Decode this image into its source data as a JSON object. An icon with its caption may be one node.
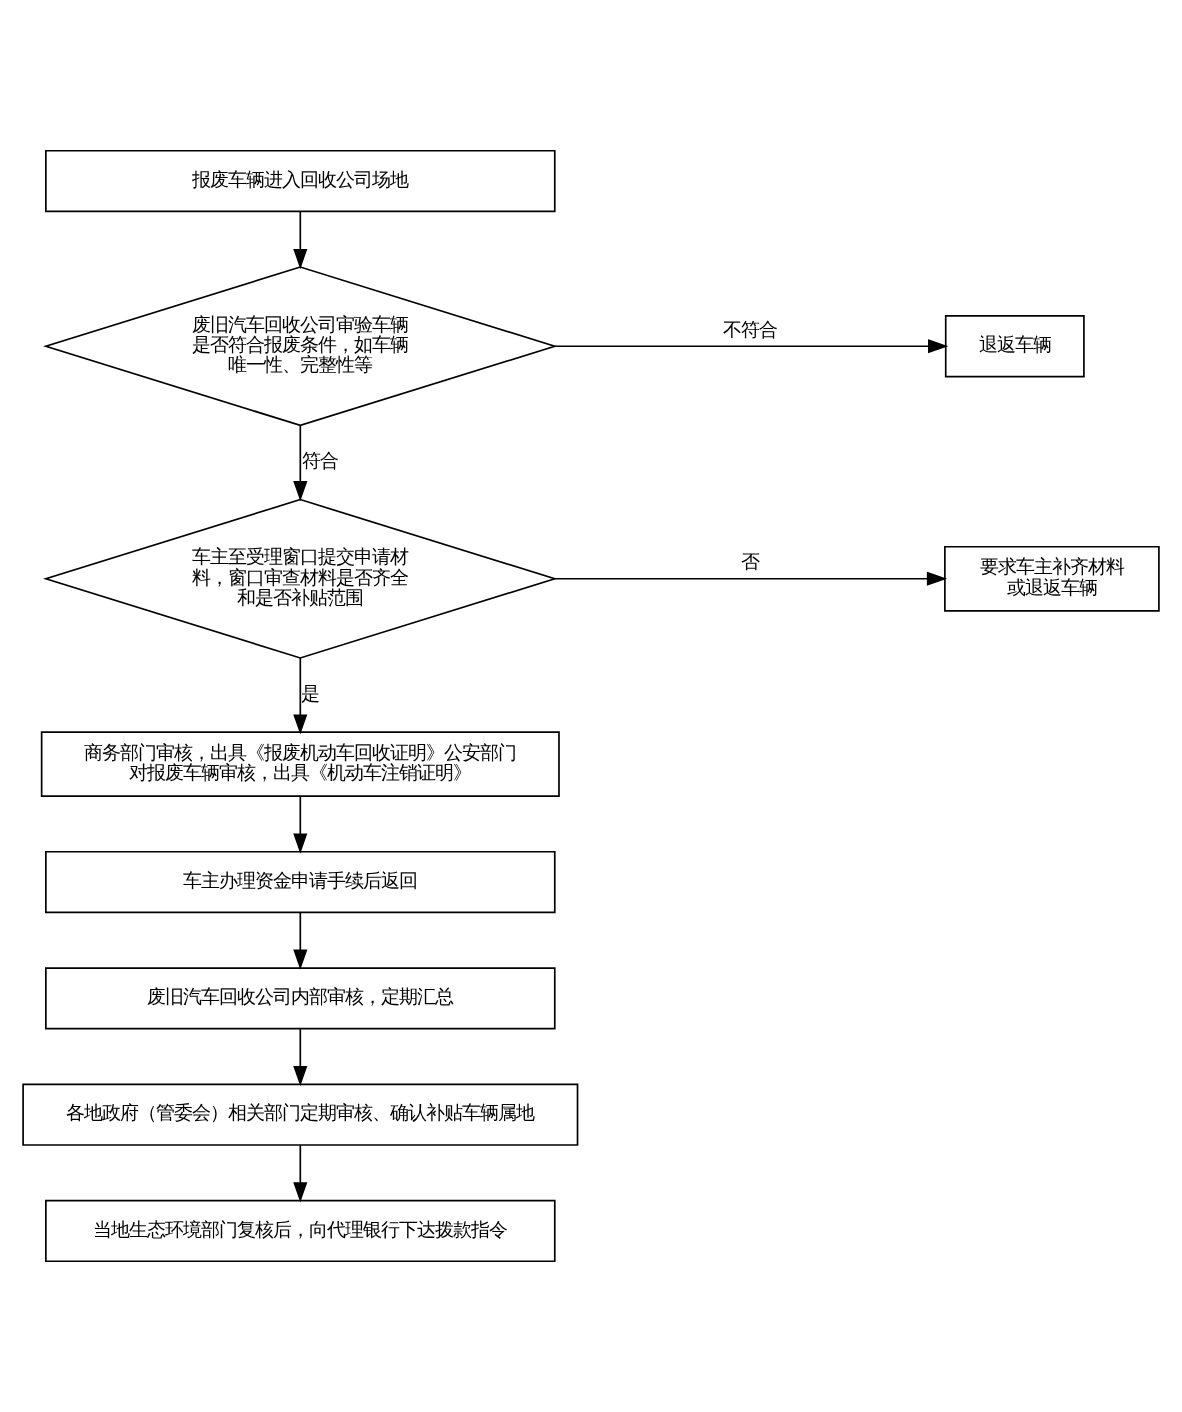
{
  "diagram": {
    "nodes": [
      {
        "text": [
          "报废车辆进入回收公司场地"
        ]
      },
      {
        "text": [
          "废旧汽车回收公司审验车辆是否符合报废条件，如车辆唯一性、完整性等"
        ]
      },
      {
        "text": [
          "退返车辆"
        ]
      },
      {
        "text": [
          "车主至受理窗口提交申请材料，窗口审查材料是否齐全和是否补贴范围"
        ]
      },
      {
        "text": [
          "要求车主补齐材料或退返车辆"
        ]
      },
      {
        "text": [
          "商务部门审核，出具《报废机动车回收证明》公安部门对报废车辆审核，出具《机动车注销证明》"
        ]
      },
      {
        "text": [
          "车主办理资金申请手续后返回"
        ]
      },
      {
        "text": [
          "废旧汽车回收公司内部审核，定期汇总"
        ]
      },
      {
        "text": [
          "各地政府（管委会）相关部门定期审核、确认补贴车辆属地"
        ]
      },
      {
        "text": [
          "当地生态环境部门复核后，向代理银行下达拨款指令"
        ]
      }
    ],
    "edges": [
      {
        "from": 0,
        "to": 1,
        "arrow": "to"
      },
      {
        "from": 1,
        "to": 2,
        "arrow": "to",
        "label": "不符合"
      },
      {
        "from": 1,
        "to": 3,
        "arrow": "to",
        "label": "符合"
      },
      {
        "from": 3,
        "to": 4,
        "arrow": "to",
        "label": "否"
      },
      {
        "from": 3,
        "to": 5,
        "arrow": "to",
        "label": "是"
      },
      {
        "from": 5,
        "to": 6,
        "arrow": "to"
      },
      {
        "from": 6,
        "to": 7,
        "arrow": "to"
      },
      {
        "from": 7,
        "to": 8,
        "arrow": "to"
      },
      {
        "from": 8,
        "to": 9,
        "arrow": "to"
      }
    ]
  }
}
